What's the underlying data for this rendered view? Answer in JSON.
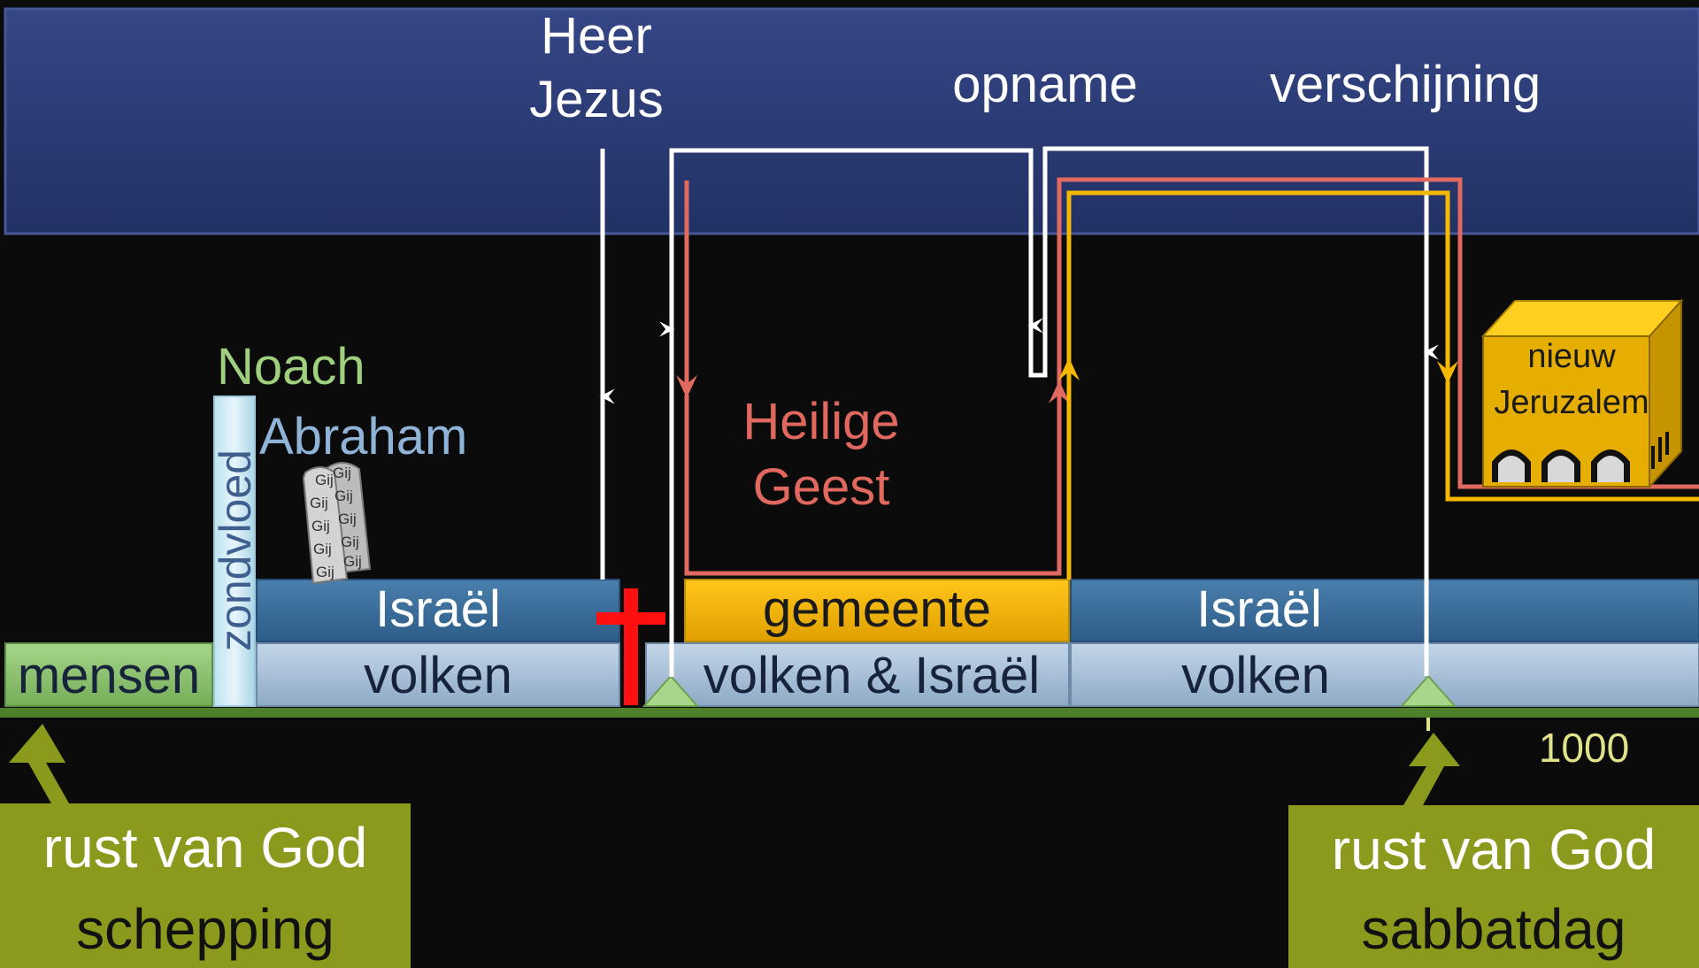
{
  "top_labels": {
    "heer": "Heer",
    "jezus": "Jezus",
    "opname": "opname",
    "verschijning": "verschijning"
  },
  "people": {
    "noach": "Noach",
    "abraham": "Abraham",
    "zondvloed": "zondvloed",
    "heilige": "Heilige",
    "geest": "Geest"
  },
  "tablets": {
    "word": "Gij"
  },
  "new_jerusalem": {
    "line1": "nieuw",
    "line2": "Jeruzalem"
  },
  "timeline": {
    "mensen": "mensen",
    "israel_1": "Israël",
    "volken_1": "volken",
    "gemeente": "gemeente",
    "volken_israel": "volken & Israël",
    "israel_2": "Israël",
    "volken_2": "volken",
    "thousand": "1000"
  },
  "callouts": {
    "left_line1": "rust van God",
    "left_line2": "schepping",
    "right_line1": "rust van God",
    "right_line2": "sabbatdag"
  },
  "colors": {
    "sky": "#2c3c74",
    "israel": "#3a6f9c",
    "volken": "#9ab6d0",
    "gemeente": "#f0b400",
    "mensen": "#8cc36e",
    "red_line": "#e06a60",
    "gold_line": "#f5b800",
    "olive": "#8b9a1c",
    "cross": "#ff1010"
  }
}
